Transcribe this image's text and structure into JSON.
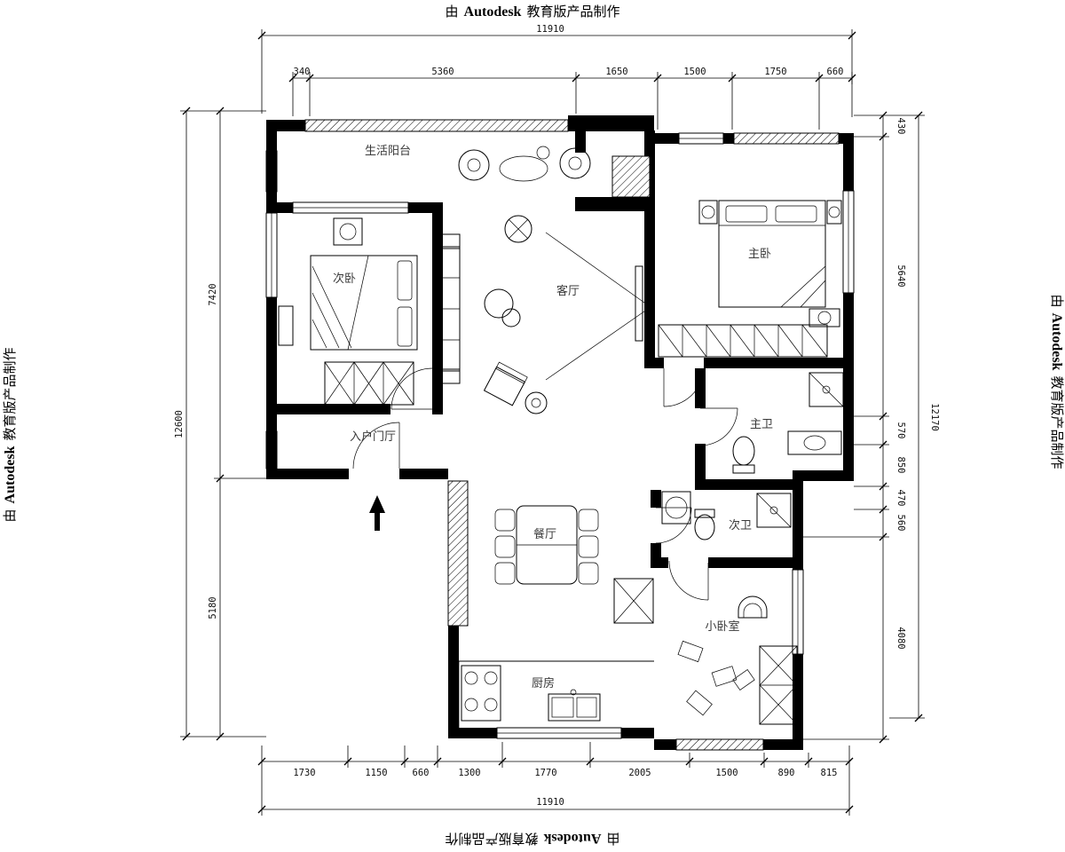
{
  "watermark": {
    "prefix": "由",
    "brand": "Autodesk",
    "suffix": "教育版产品制作"
  },
  "dimensions": {
    "top": {
      "overall": "11910",
      "segments": [
        "340",
        "5360",
        "1650",
        "1500",
        "1750",
        "660"
      ]
    },
    "bottom": {
      "overall": "11910",
      "segments": [
        "1730",
        "1150",
        "660",
        "1300",
        "1770",
        "2005",
        "1500",
        "890",
        "815"
      ]
    },
    "left": {
      "overall": "12600",
      "segments": [
        "7420",
        "5180"
      ]
    },
    "right": {
      "overall": "12170",
      "segments": [
        "430",
        "5640",
        "570",
        "850",
        "470",
        "560",
        "4080"
      ]
    }
  },
  "rooms": {
    "balcony": "生活阳台",
    "secondary_bedroom": "次卧",
    "living_room": "客厅",
    "master_bedroom": "主卧",
    "master_bath": "主卫",
    "second_bath": "次卫",
    "dining_room": "餐厅",
    "kitchen": "厨房",
    "small_bedroom": "小卧室",
    "entry": "入户门厅"
  }
}
